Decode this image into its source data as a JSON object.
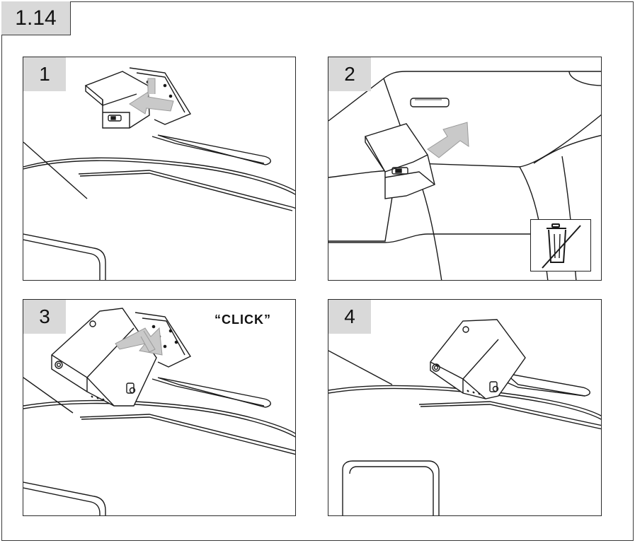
{
  "section": {
    "number": "1.14"
  },
  "panels": [
    {
      "step": "1",
      "note": ""
    },
    {
      "step": "2",
      "note": ""
    },
    {
      "step": "3",
      "note": "“CLICK”"
    },
    {
      "step": "4",
      "note": ""
    }
  ],
  "icons": {
    "disposal": "crossed-out-bin-icon",
    "arrow": "direction-arrow-icon"
  },
  "colors": {
    "line": "#1a1a1a",
    "arrow": "#bdbdbd",
    "label_bg": "#d9d9d9"
  }
}
